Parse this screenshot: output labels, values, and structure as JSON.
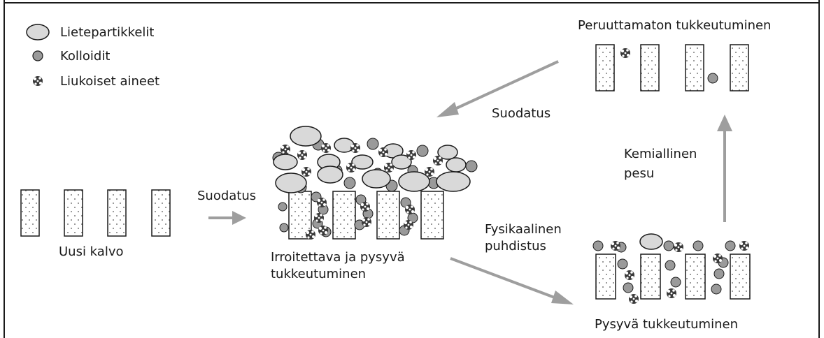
{
  "legend": {
    "items": [
      {
        "icon": "sludge-particle-icon",
        "label": "Lietepartikkelit"
      },
      {
        "icon": "colloid-icon",
        "label": "Kolloidit"
      },
      {
        "icon": "dissolved-substance-icon",
        "label": "Liukoiset aineet"
      }
    ]
  },
  "stages": {
    "new_membrane": "Uusi kalvo",
    "removable_fouling": [
      "Irroitettava ja pysyvä",
      "tukkeutuminen"
    ],
    "permanent_fouling": "Pysyvä tukkeutuminen",
    "irreversible_fouling": "Peruuttamaton tukkeutuminen"
  },
  "arrows": {
    "filtration_1": "Suodatus",
    "physical_cleaning": [
      "Fysikaalinen",
      "puhdistus"
    ],
    "chemical_washing": [
      "Kemiallinen",
      "pesu"
    ],
    "filtration_2": "Suodatus"
  },
  "colors": {
    "outline": "#1a1a1a",
    "sludge_fill": "#d9d9d9",
    "colloid_fill": "#9a9a9a",
    "dissolved_fill": "#3a3a3a",
    "arrow": "#9e9e9e"
  }
}
